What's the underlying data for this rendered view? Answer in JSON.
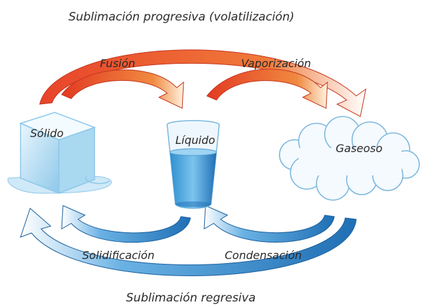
{
  "title_top": "Sublimación progresiva (volatilización)",
  "title_bottom": "Sublimación regresiva",
  "states": {
    "solid": "Sólido",
    "liquid": "Líquido",
    "gas": "Gaseoso"
  },
  "processes": {
    "fusion": "Fusión",
    "vaporization": "Vaporización",
    "solidification": "Solidificación",
    "condensation": "Condensación"
  },
  "colors": {
    "heating_arrow": "#e8442a",
    "cooling_arrow": "#2f86c8"
  },
  "icons": {
    "solid": "ice-cube-icon",
    "liquid": "water-glass-icon",
    "gas": "cloud-icon"
  }
}
